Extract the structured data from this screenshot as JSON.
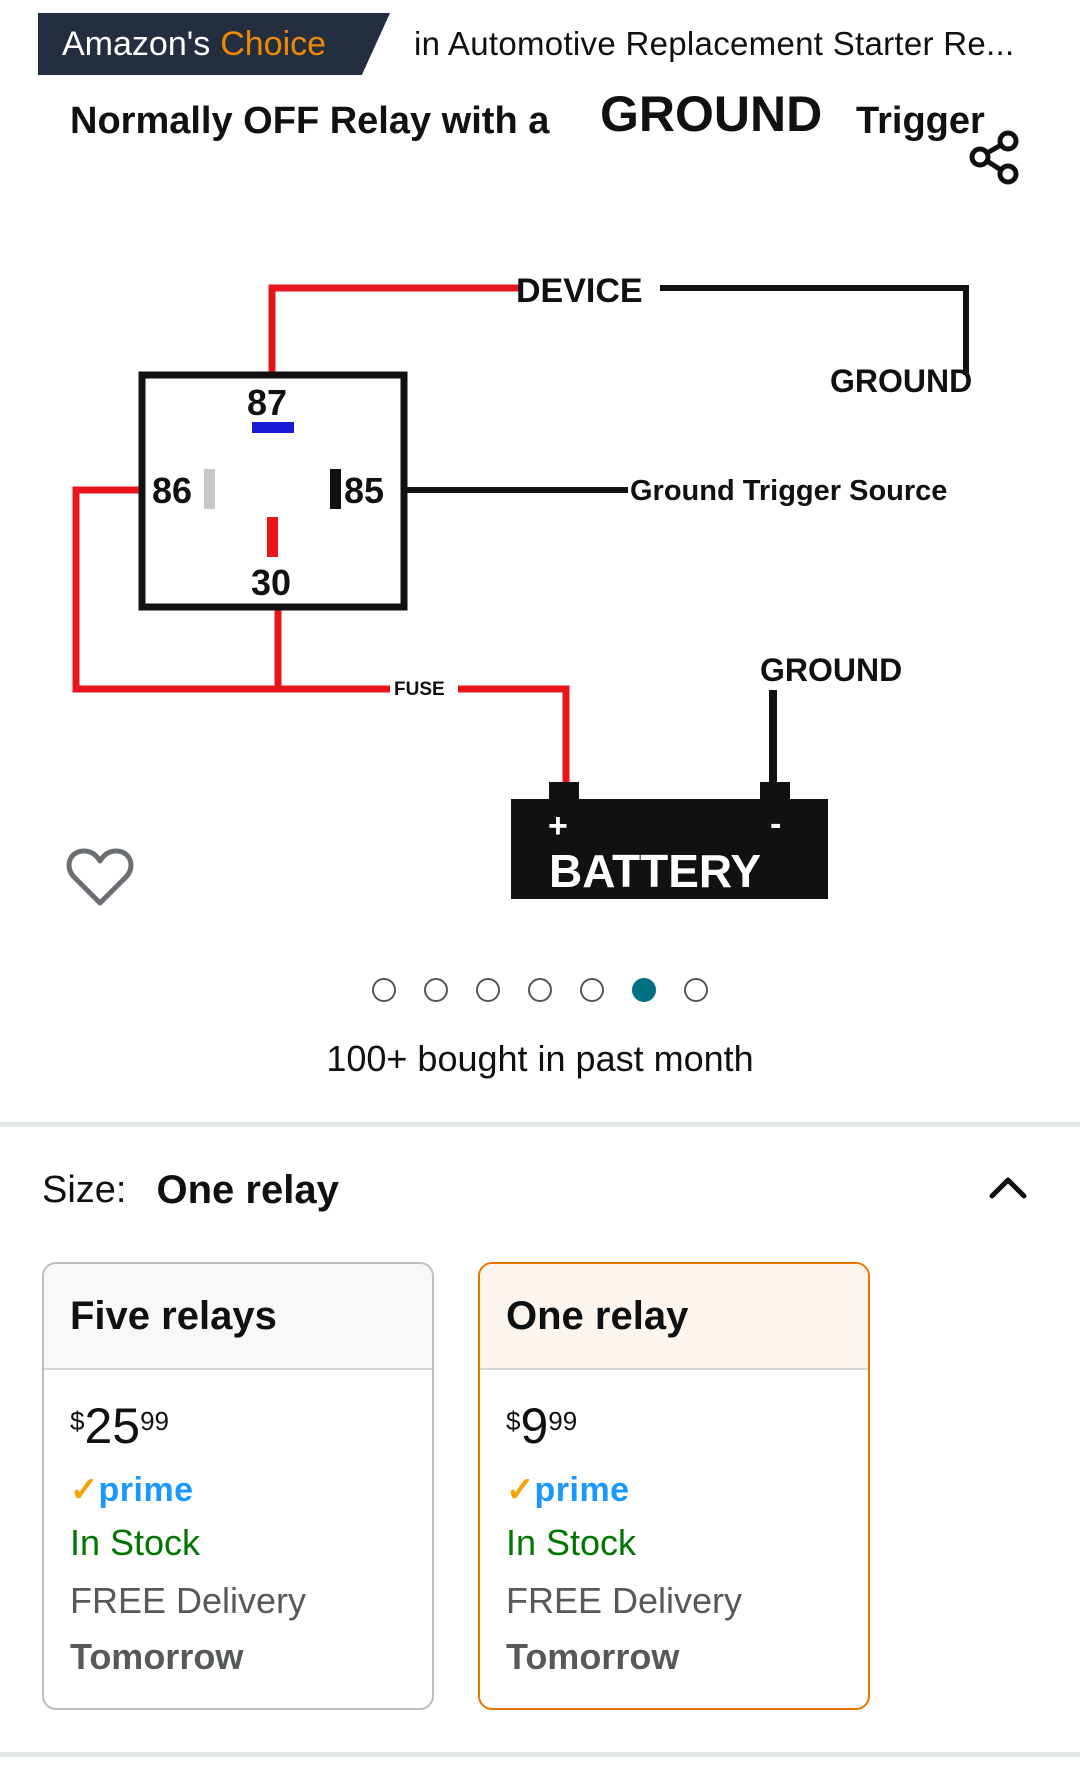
{
  "badge": {
    "label_main": "Amazon's",
    "label_accent": "Choice",
    "category": "in Automotive Replacement Starter Re..."
  },
  "diagram": {
    "title_part1": "Normally OFF Relay with a",
    "title_part2": "GROUND",
    "title_part3": "Trigger",
    "device": "DEVICE",
    "ground_top": "GROUND",
    "pin_87": "87",
    "pin_86": "86",
    "pin_85": "85",
    "pin_30": "30",
    "trigger_source": "Ground Trigger Source",
    "fuse": "FUSE",
    "ground_battery": "GROUND",
    "plus": "+",
    "minus": "-",
    "battery": "BATTERY"
  },
  "carousel": {
    "count": 7,
    "active_index": 5
  },
  "bought_text": "100+ bought in past month",
  "size": {
    "label": "Size:",
    "value": "One relay"
  },
  "options": [
    {
      "name": "Five relays",
      "currency": "$",
      "price_whole": "25",
      "price_fraction": "99",
      "prime_check": "✓",
      "prime_word": "prime",
      "stock": "In Stock",
      "delivery": "FREE Delivery",
      "delivery_day": "Tomorrow",
      "selected": false
    },
    {
      "name": "One relay",
      "currency": "$",
      "price_whole": "9",
      "price_fraction": "99",
      "prime_check": "✓",
      "prime_word": "prime",
      "stock": "In Stock",
      "delivery": "FREE Delivery",
      "delivery_day": "Tomorrow",
      "selected": true
    }
  ],
  "colors": {
    "badge_bg": "#232f3e",
    "badge_accent": "#f08804",
    "active_dot": "#007185",
    "in_stock": "#007600",
    "prime_blue": "#1a98ff",
    "selected_border": "#e77600",
    "wire_red": "#e8161c"
  }
}
